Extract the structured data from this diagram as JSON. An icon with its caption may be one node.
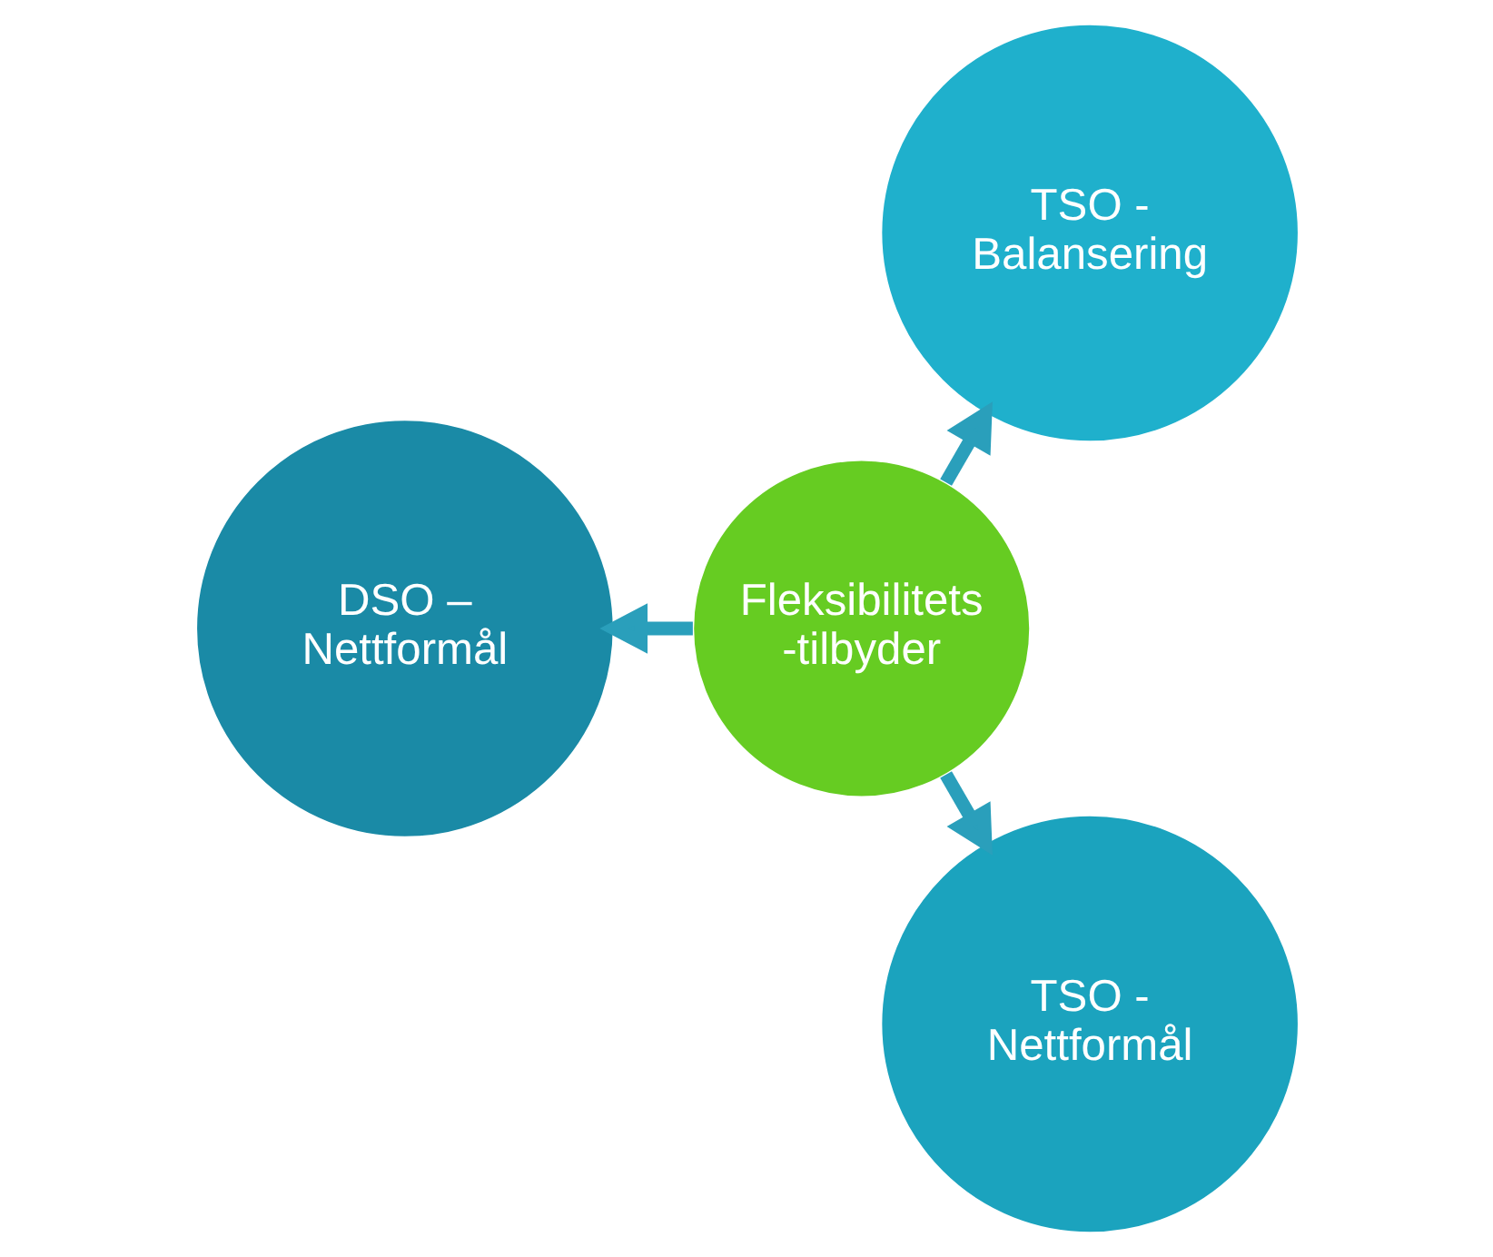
{
  "diagram": {
    "nodes": [
      {
        "text": [
          "TSO - Balansering"
        ]
      },
      {
        "text": [
          "Fleksibilitets -tilbyder"
        ]
      },
      {
        "text": [
          "DSO – Nettformål"
        ]
      },
      {
        "text": [
          "TSO - Nettformål"
        ]
      }
    ],
    "edges": [
      {
        "from": 1,
        "to": 0,
        "arrow": "to"
      },
      {
        "from": 1,
        "to": 2,
        "arrow": "to"
      },
      {
        "from": 1,
        "to": 3,
        "arrow": "to"
      }
    ]
  }
}
